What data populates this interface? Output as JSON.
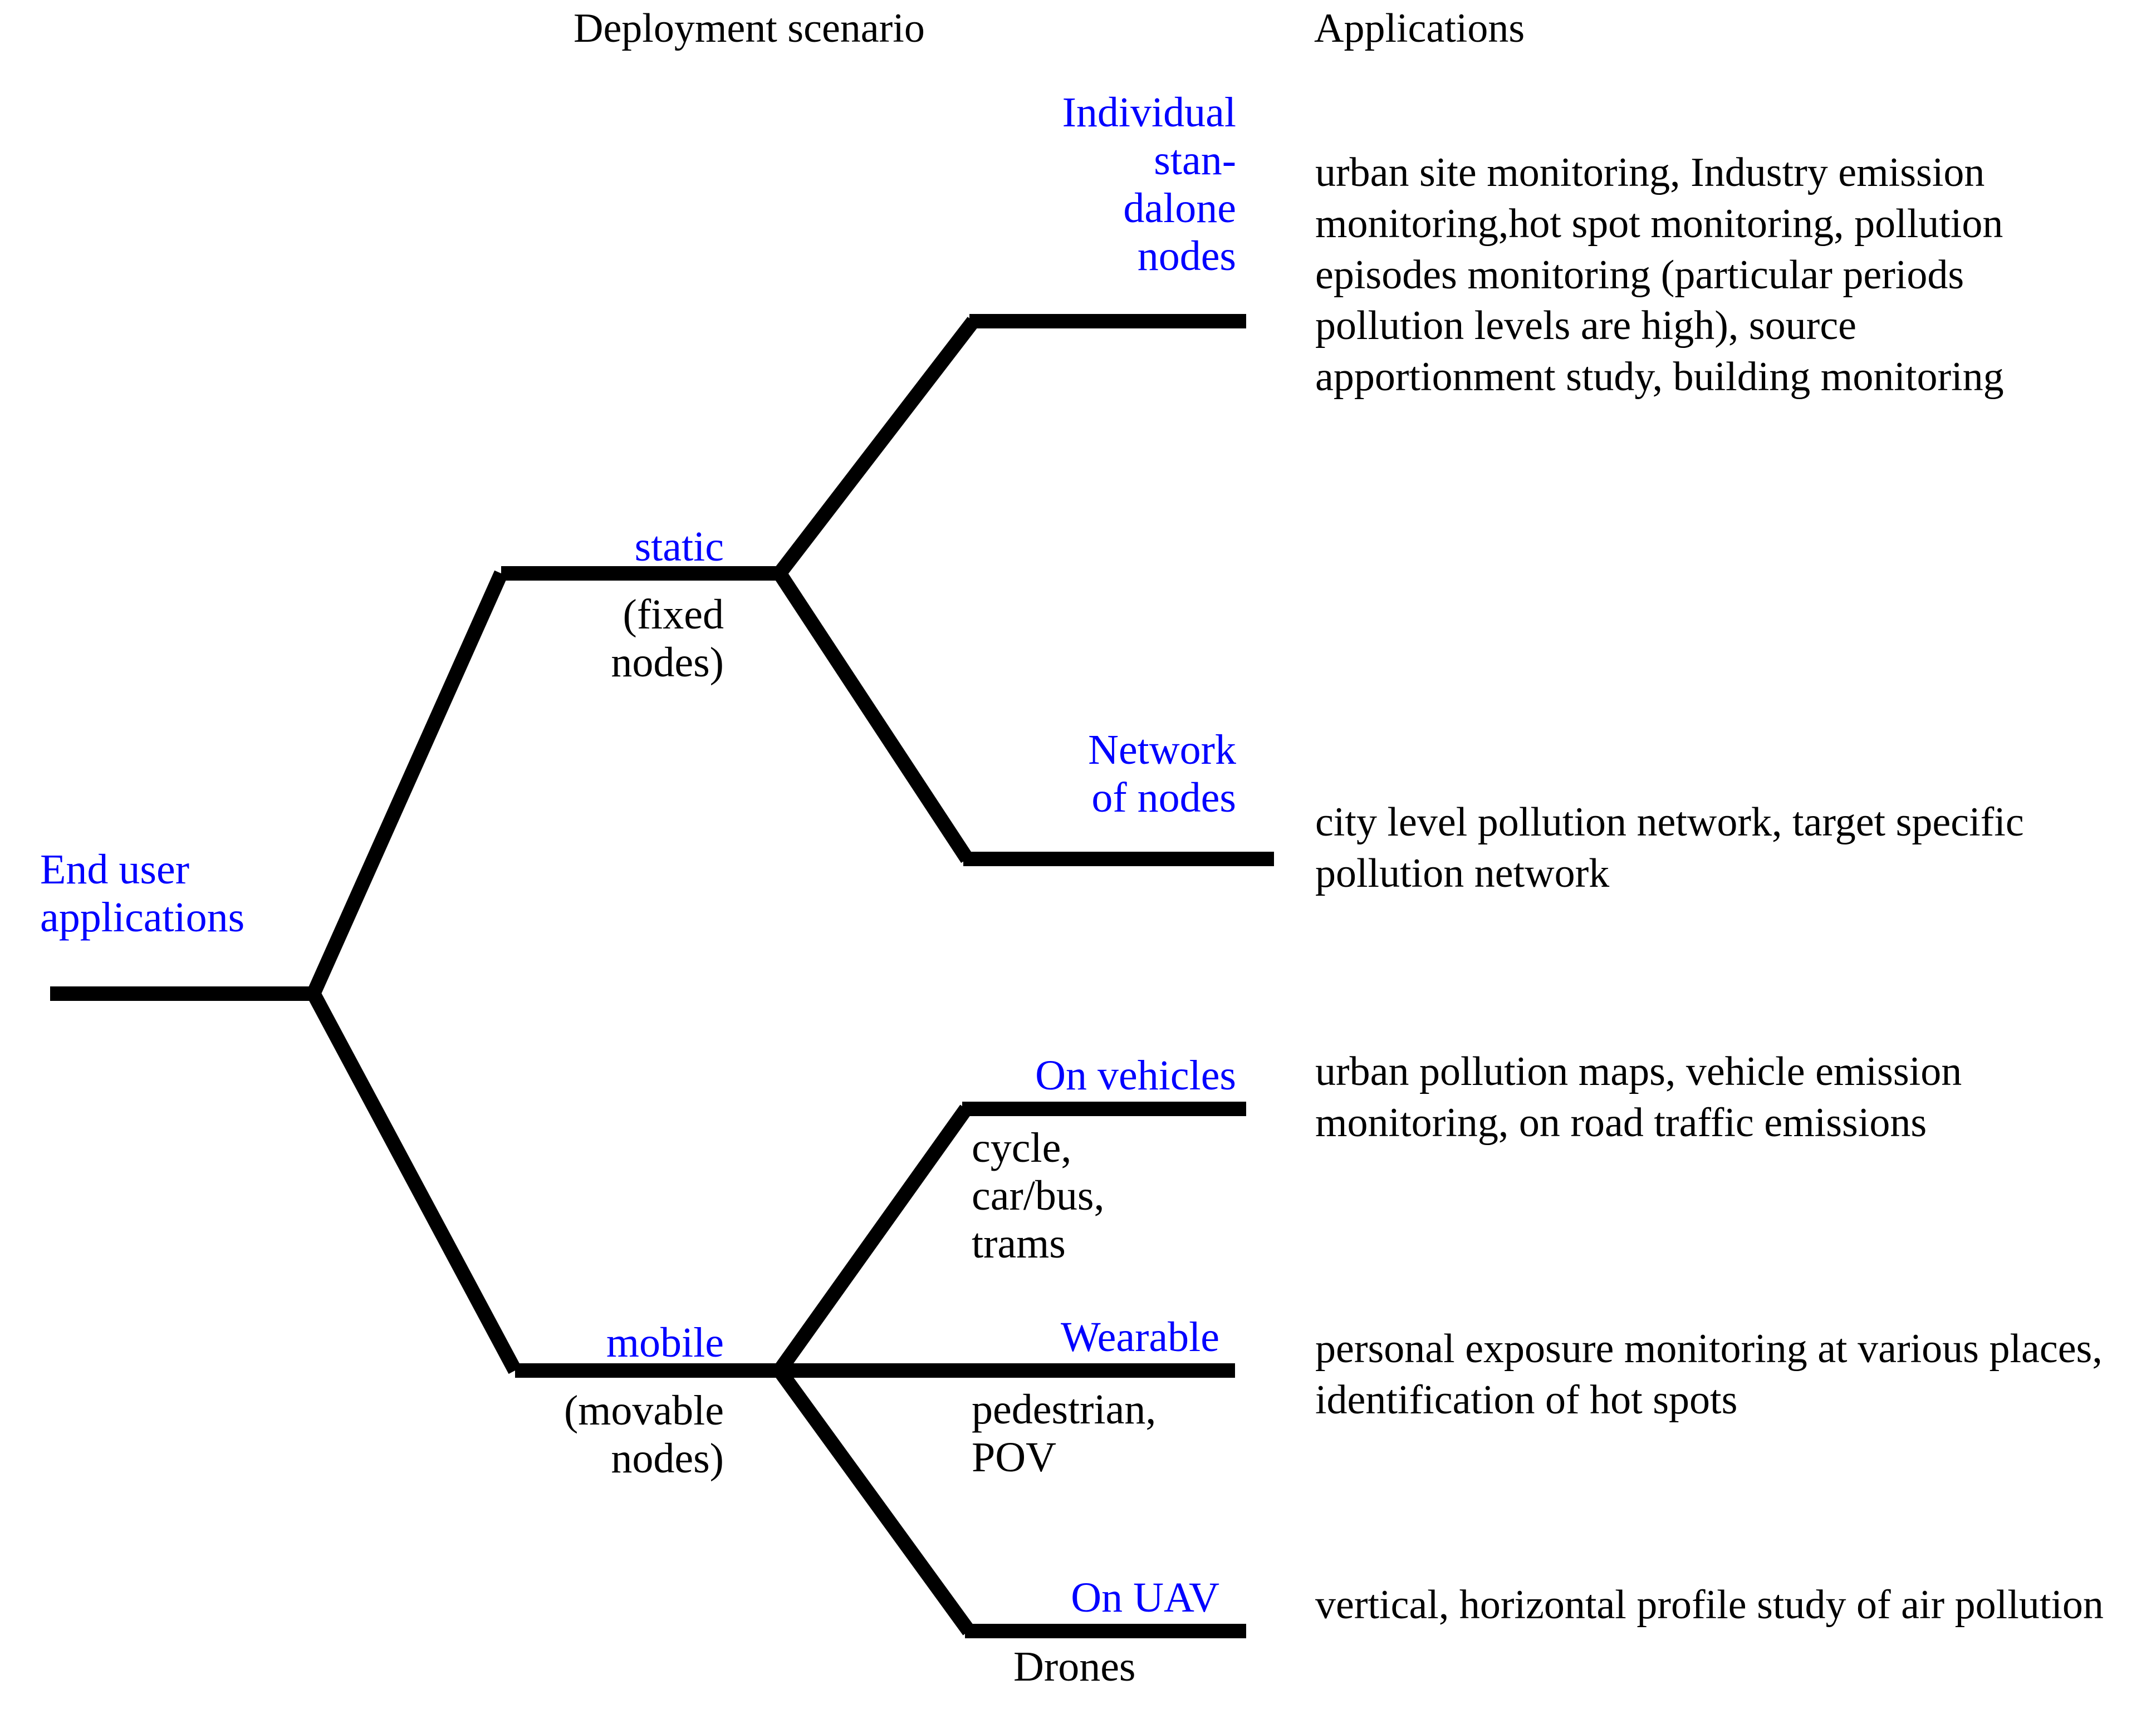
{
  "diagram": {
    "title": "End user applications deployment scenario taxonomy",
    "colors": {
      "node_label": "#0000ff",
      "text": "#000000",
      "line": "#000000",
      "background": "#ffffff"
    },
    "headers": {
      "deployment_scenario": "Deployment scenario",
      "applications": "Applications"
    },
    "root": {
      "label": "End user\napplications"
    },
    "branches": [
      {
        "key": "static",
        "label": "static",
        "sublabel": "(fixed\nnodes)",
        "children": [
          {
            "key": "individual-standalone-nodes",
            "label": "Individual\nstan-\ndalone\nnodes",
            "sublabel": "",
            "application": "urban site monitoring, Industry emission monitoring,hot spot monitoring, pollution episodes monitoring (particular periods pollution levels are high), source apportionment study, building monitoring",
            "application_lines": [
              "urban site monitoring, Industry emis-",
              "sion monitoring,hot spot monitoring,",
              "pollution episodes monitoring (par-",
              "ticular periods pollution levels are",
              "high), source apportionment study,",
              "building monitoring"
            ]
          },
          {
            "key": "network-of-nodes",
            "label": "Network\nof nodes",
            "sublabel": "",
            "application": "city level pollution network, target specific pollution network",
            "application_lines": [
              "city level pollution network, target",
              "specific pollution network"
            ]
          }
        ]
      },
      {
        "key": "mobile",
        "label": "mobile",
        "sublabel": "(movable\nnodes)",
        "children": [
          {
            "key": "on-vehicles",
            "label": "On vehicles",
            "sublabel": "cycle,\ncar/bus,\ntrams",
            "application": "urban pollution maps, vehicle emission monitoring, on road traffic emissions",
            "application_lines": [
              "urban pollution maps, vehicle emis-",
              "sion monitoring, on road traffic emis-",
              "sions"
            ]
          },
          {
            "key": "wearable",
            "label": "Wearable",
            "sublabel": "pedestrian,\nPOV",
            "application": "personal exposure monitoring at various places, identification of hot spots",
            "application_lines": [
              "personal exposure monitoring at vari-",
              "ous places, identification of hot spots"
            ]
          },
          {
            "key": "on-uav",
            "label": "On UAV",
            "sublabel": "Drones",
            "application": "vertical, horizontal profile study of air pollution",
            "application_lines": [
              "vertical, horizontal profile study of",
              "air pollution"
            ]
          }
        ]
      }
    ]
  }
}
